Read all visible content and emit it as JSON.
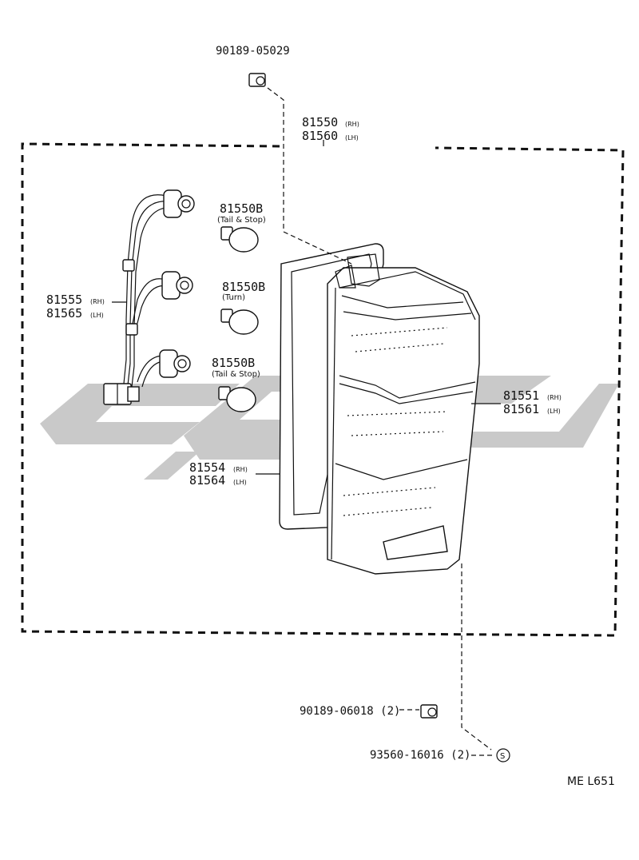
{
  "parts": {
    "screw_top": {
      "number": "90189-05029"
    },
    "lamp_assy": {
      "number_rh": "81550",
      "tag_rh": "(RH)",
      "number_lh": "81560",
      "tag_lh": "(LH)"
    },
    "bulb_tail_stop_1": {
      "number": "81550B",
      "note": "(Tail & Stop)"
    },
    "bulb_turn": {
      "number": "81550B",
      "note": "(Turn)"
    },
    "bulb_tail_stop_2": {
      "number": "81550B",
      "note": "(Tail & Stop)"
    },
    "socket_wire": {
      "number_rh": "81555",
      "tag_rh": "(RH)",
      "number_lh": "81565",
      "tag_lh": "(LH)"
    },
    "lens": {
      "number_rh": "81551",
      "tag_rh": "(RH)",
      "number_lh": "81561",
      "tag_lh": "(LH)"
    },
    "gasket": {
      "number_rh": "81554",
      "tag_rh": "(RH)",
      "number_lh": "81564",
      "tag_lh": "(LH)"
    },
    "nut_bottom": {
      "number": "90189-06018 (2)"
    },
    "screw_bottom": {
      "number": "93560-16016 (2)",
      "symbol": "S"
    }
  },
  "diagram_ref": "ME L651"
}
